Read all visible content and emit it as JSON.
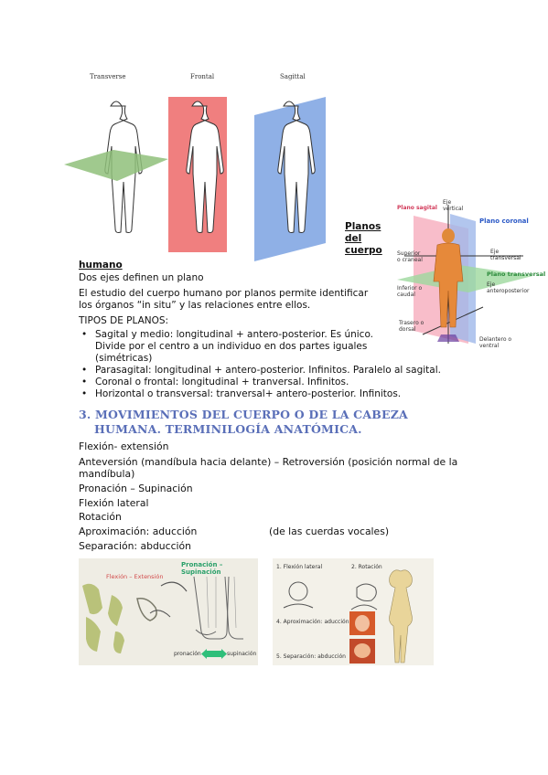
{
  "figure_planes": {
    "labels": [
      "Transverse",
      "Frontal",
      "Sagittal"
    ],
    "colors": {
      "green": "#8fbf7a",
      "red": "#f07f7f",
      "blue": "#8fb0e6"
    }
  },
  "planos_title": [
    "Planos",
    "del",
    "cuerpo"
  ],
  "figure_body": {
    "labels": {
      "plano_sagital": "Plano sagital",
      "eje_vertical": "Eje vertical",
      "plano_coronal": "Plano coronal",
      "eje_transversal": "Eje transversal",
      "plano_transversal": "Plano transversal",
      "superior_craneal": "Superior o craneal",
      "inferior_caudal": "Inferior o caudal",
      "eje_anteroposterior": "Eje anteroposterior",
      "trasero_dorsal": "Trasero o dorsal",
      "delantero_ventral": "Delantero o ventral"
    }
  },
  "section_planos": {
    "subtitle": "humano",
    "line1": "Dos ejes definen un plano",
    "para": [
      "El estudio del cuerpo humano por planos permite identificar",
      "los órganos “in situ” y las relaciones entre ellos."
    ],
    "types_label": "TIPOS DE PLANOS:",
    "types": [
      [
        "Sagital y medio: longitudinal + antero-posterior. Es único.",
        "Divide por el centro a un individuo en dos partes iguales",
        "(simétricas)"
      ],
      [
        "Parasagital: longitudinal + antero-posterior. Infinitos. Paralelo al sagital."
      ],
      [
        "Coronal o frontal: longitudinal + tranversal. Infinitos."
      ],
      [
        "Horizontal o transversal: tranversal+ antero-posterior. Infinitos."
      ]
    ]
  },
  "section_movimientos": {
    "heading": [
      "3. MOVIMIENTOS DEL CUERPO O DE LA CABEZA",
      "HUMANA. TERMINILOGÍA ANATÓMICA."
    ],
    "lines": [
      "Flexión- extensión",
      "Anteversión (mandíbula hacia delante) – Retroversión (posición normal de la",
      "mandíbula)",
      "Pronación – Supinación",
      "Flexión lateral",
      "Rotación",
      "Aproximación: aducción",
      "Separación: abducción"
    ],
    "note": "(de las cuerdas vocales)"
  },
  "photo_left": {
    "title_pron": "Pronación – Supinación",
    "title_flex": "Flexión – Extensión",
    "label_pron": "pronación",
    "label_sup": "supinación",
    "arrow_color": "#2fbf7a"
  },
  "photo_right": {
    "label1": "1. Flexión lateral",
    "label2": "2. Rotación",
    "label4": "4. Aproximación: aducción",
    "label5": "5. Separación: abducción"
  }
}
